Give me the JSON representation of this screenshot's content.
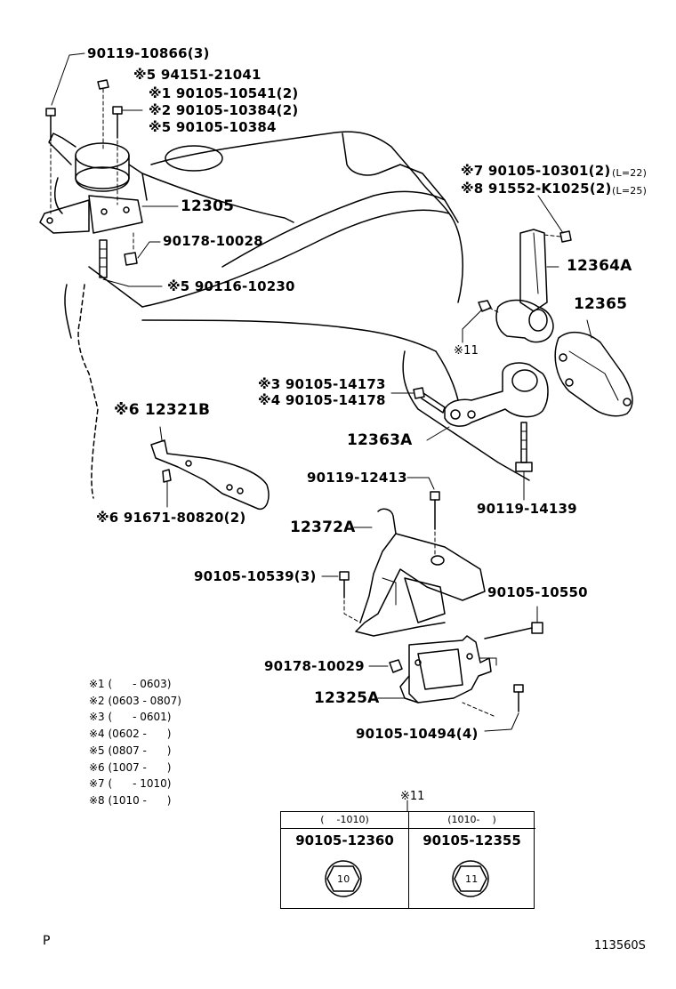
{
  "labels": {
    "bolt_90119_10866": "90119-10866(3)",
    "nut_94151_21041": "※5 94151-21041",
    "bolt_90105_10541": "※1 90105-10541(2)",
    "bolt_90105_10384_2": "※2 90105-10384(2)",
    "bolt_90105_10384_5": "※5 90105-10384",
    "part_12305": "12305",
    "nut_90178_10028": "90178-10028",
    "stud_90116_10230": "※5 90116-10230",
    "bolt_90105_10301": "※7 90105-10301(2)",
    "bolt_90105_10301_len": "(L=22)",
    "bolt_91552_k1025": "※8 91552-K1025(2)",
    "bolt_91552_k1025_len": "(L=25)",
    "part_12364a": "12364A",
    "part_12365": "12365",
    "mark_11": "※11",
    "bolt_90105_14173": "※3 90105-14173",
    "bolt_90105_14178": "※4 90105-14178",
    "part_12363a": "12363A",
    "part_12321b": "※6 12321B",
    "bolt_91671_80820": "※6 91671-80820(2)",
    "bolt_90119_12413": "90119-12413",
    "bolt_90119_14139": "90119-14139",
    "part_12372a": "12372A",
    "bolt_90105_10539": "90105-10539(3)",
    "bolt_90105_10550": "90105-10550",
    "nut_90178_10029": "90178-10029",
    "part_12325a": "12325A",
    "bolt_90105_10494": "90105-10494(4)"
  },
  "legend": [
    "※1 (      - 0603)",
    "※2 (0603 - 0807)",
    "※3 (      - 0601)",
    "※4 (0602 -      )",
    "※5 (0807 -      )",
    "※6 (1007 -      )",
    "※7 (      - 1010)",
    "※8 (1010 -      )"
  ],
  "table": {
    "title": "※11",
    "columns": [
      {
        "range": "(    -1010)",
        "part": "90105-12360",
        "mark": "10"
      },
      {
        "range": "(1010-    )",
        "part": "90105-12355",
        "mark": "11"
      }
    ]
  },
  "footer": {
    "left": "P",
    "right": "113560S"
  }
}
